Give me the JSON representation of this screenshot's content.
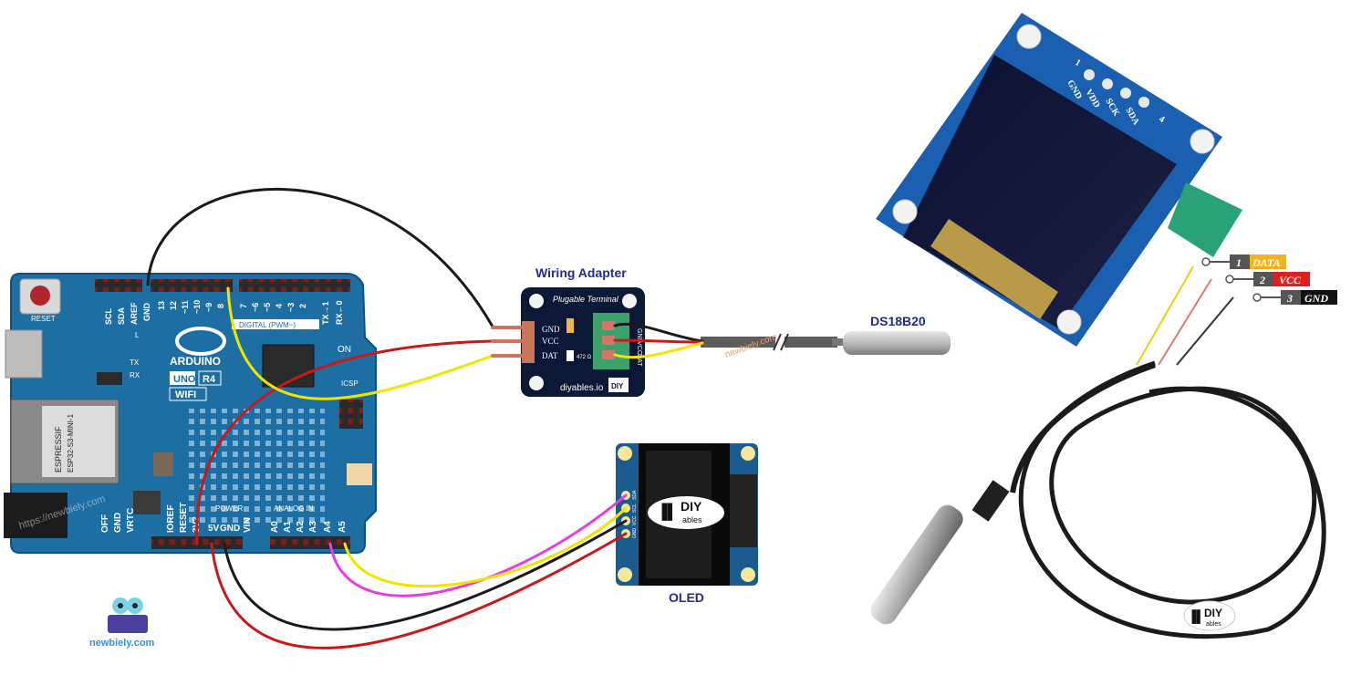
{
  "labels": {
    "wiring_adapter": "Wiring Adapter",
    "ds18b20": "DS18B20",
    "oled": "OLED",
    "brand": "newbiely.com",
    "watermark": "https://newbiely.com"
  },
  "arduino": {
    "reset": "RESET",
    "brand_name": "ARDUINO",
    "model": "UNO",
    "revision": "R4",
    "variant": "WIFI",
    "module_vendor": "ESPRESSIF",
    "module_name": "ESP32-S3-MINI-1",
    "header_top": [
      "SCL",
      "SDA",
      "AREF",
      "GND",
      "13",
      "12",
      "~11",
      "~10",
      "~9",
      "8",
      "7",
      "~6",
      "~5",
      "4",
      "~3",
      "2",
      "TX→1",
      "RX←0"
    ],
    "digital_label": "DIGITAL (PWM~)",
    "power_label": "POWER",
    "analog_label": "ANALOG IN",
    "header_power": [
      "IOREF",
      "RESET",
      "3V3",
      "5V",
      "GND",
      "VIN"
    ],
    "header_analog": [
      "A0",
      "A1",
      "A2",
      "A3",
      "A4",
      "A5"
    ],
    "left_pins": [
      "OFF",
      "GND",
      "VRTC"
    ],
    "icsp": "ICSP",
    "on": "ON",
    "tx": "TX",
    "rx": "RX",
    "l": "L"
  },
  "adapter": {
    "title": "Plugable Terminal",
    "pins": [
      "GND",
      "VCC",
      "DAT"
    ],
    "terminal": [
      "GND",
      "VCC",
      "DAT"
    ],
    "resistor": "472 Ω",
    "site": "diyables.io",
    "logo": "DIY"
  },
  "oled_small": {
    "pins": [
      "GND",
      "VCC",
      "SCL",
      "SDA"
    ],
    "logo_main": "DIY",
    "logo_sub": "ables"
  },
  "oled_photo": {
    "pin_numbers": [
      "1",
      "4"
    ],
    "pins": [
      "GND",
      "VDD",
      "SCK",
      "SDA"
    ]
  },
  "probe_wires": [
    {
      "num": "1",
      "name": "DATA",
      "color": "#f5b31a"
    },
    {
      "num": "2",
      "name": "VCC",
      "color": "#e02020"
    },
    {
      "num": "3",
      "name": "GND",
      "color": "#111111"
    }
  ],
  "photo_logo": {
    "main": "DIY",
    "sub": "ables"
  },
  "colors": {
    "board": "#1d6ea3",
    "board_edge": "#0f4f7d",
    "adapter_bg": "#0b1836",
    "title_color": "#1f2d8a",
    "wire_black": "#1a1a1a",
    "wire_red": "#c81818",
    "wire_yellow": "#f1e600",
    "wire_magenta": "#e43ee0"
  }
}
